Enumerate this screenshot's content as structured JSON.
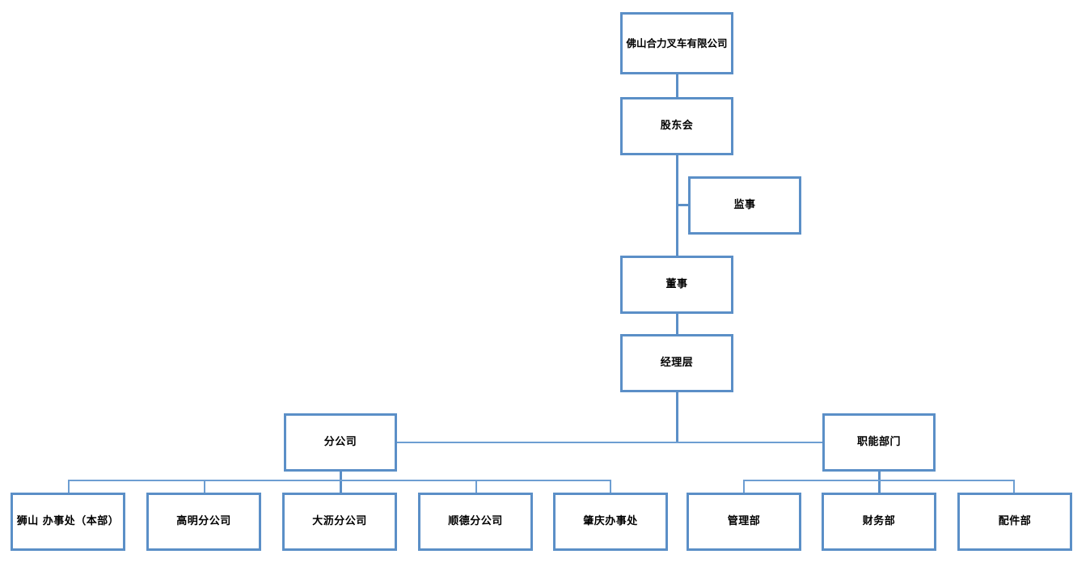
{
  "diagram": {
    "type": "organizational-chart",
    "title_text": "佛山合力叉车有限公司",
    "accent_color": "#5b8fc7",
    "background_color": "#ffffff",
    "text_color": "#000000",
    "nodes": {
      "company": "佛山合力叉车有限公司",
      "shareholders": "股东会",
      "supervisor": "监事",
      "director": "董事",
      "management": "经理层",
      "branch_group": "分公司",
      "function_group": "职能部门",
      "branches": [
        "狮山 办事处（本部）",
        "高明分公司",
        "大沥分公司",
        "顺德分公司",
        "肇庆办事处"
      ],
      "departments": [
        "管理部",
        "财务部",
        "配件部"
      ]
    }
  }
}
